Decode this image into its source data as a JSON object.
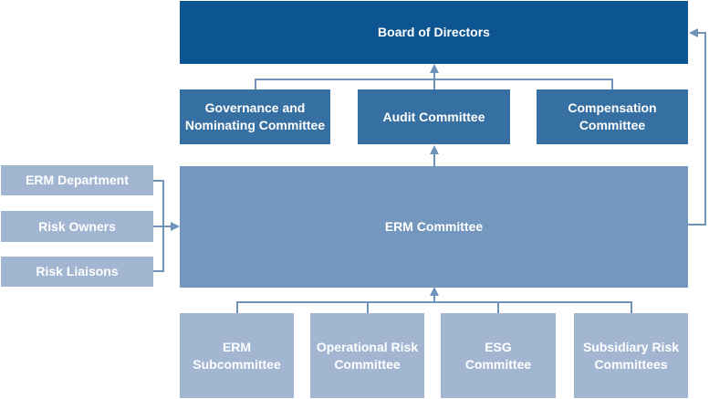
{
  "diagram": {
    "board": {
      "label": "Board of Directors"
    },
    "committees": [
      {
        "label": "Governance and\nNominating Committee"
      },
      {
        "label": "Audit Committee"
      },
      {
        "label": "Compensation\nCommittee"
      }
    ],
    "erm_committee": {
      "label": "ERM Committee"
    },
    "inputs": [
      {
        "label": "ERM Department"
      },
      {
        "label": "Risk Owners"
      },
      {
        "label": "Risk Liaisons"
      }
    ],
    "subcommittees": [
      {
        "label": "ERM\nSubcommittee"
      },
      {
        "label": "Operational Risk\nCommittee"
      },
      {
        "label": "ESG\nCommittee"
      },
      {
        "label": "Subsidiary Risk\nCommittees"
      }
    ],
    "colors": {
      "board": "#0d5590",
      "committee": "#366fa1",
      "erm_committee": "#7397bd",
      "light_box": "#a2b6d2",
      "connector": "#6f93bb"
    }
  }
}
